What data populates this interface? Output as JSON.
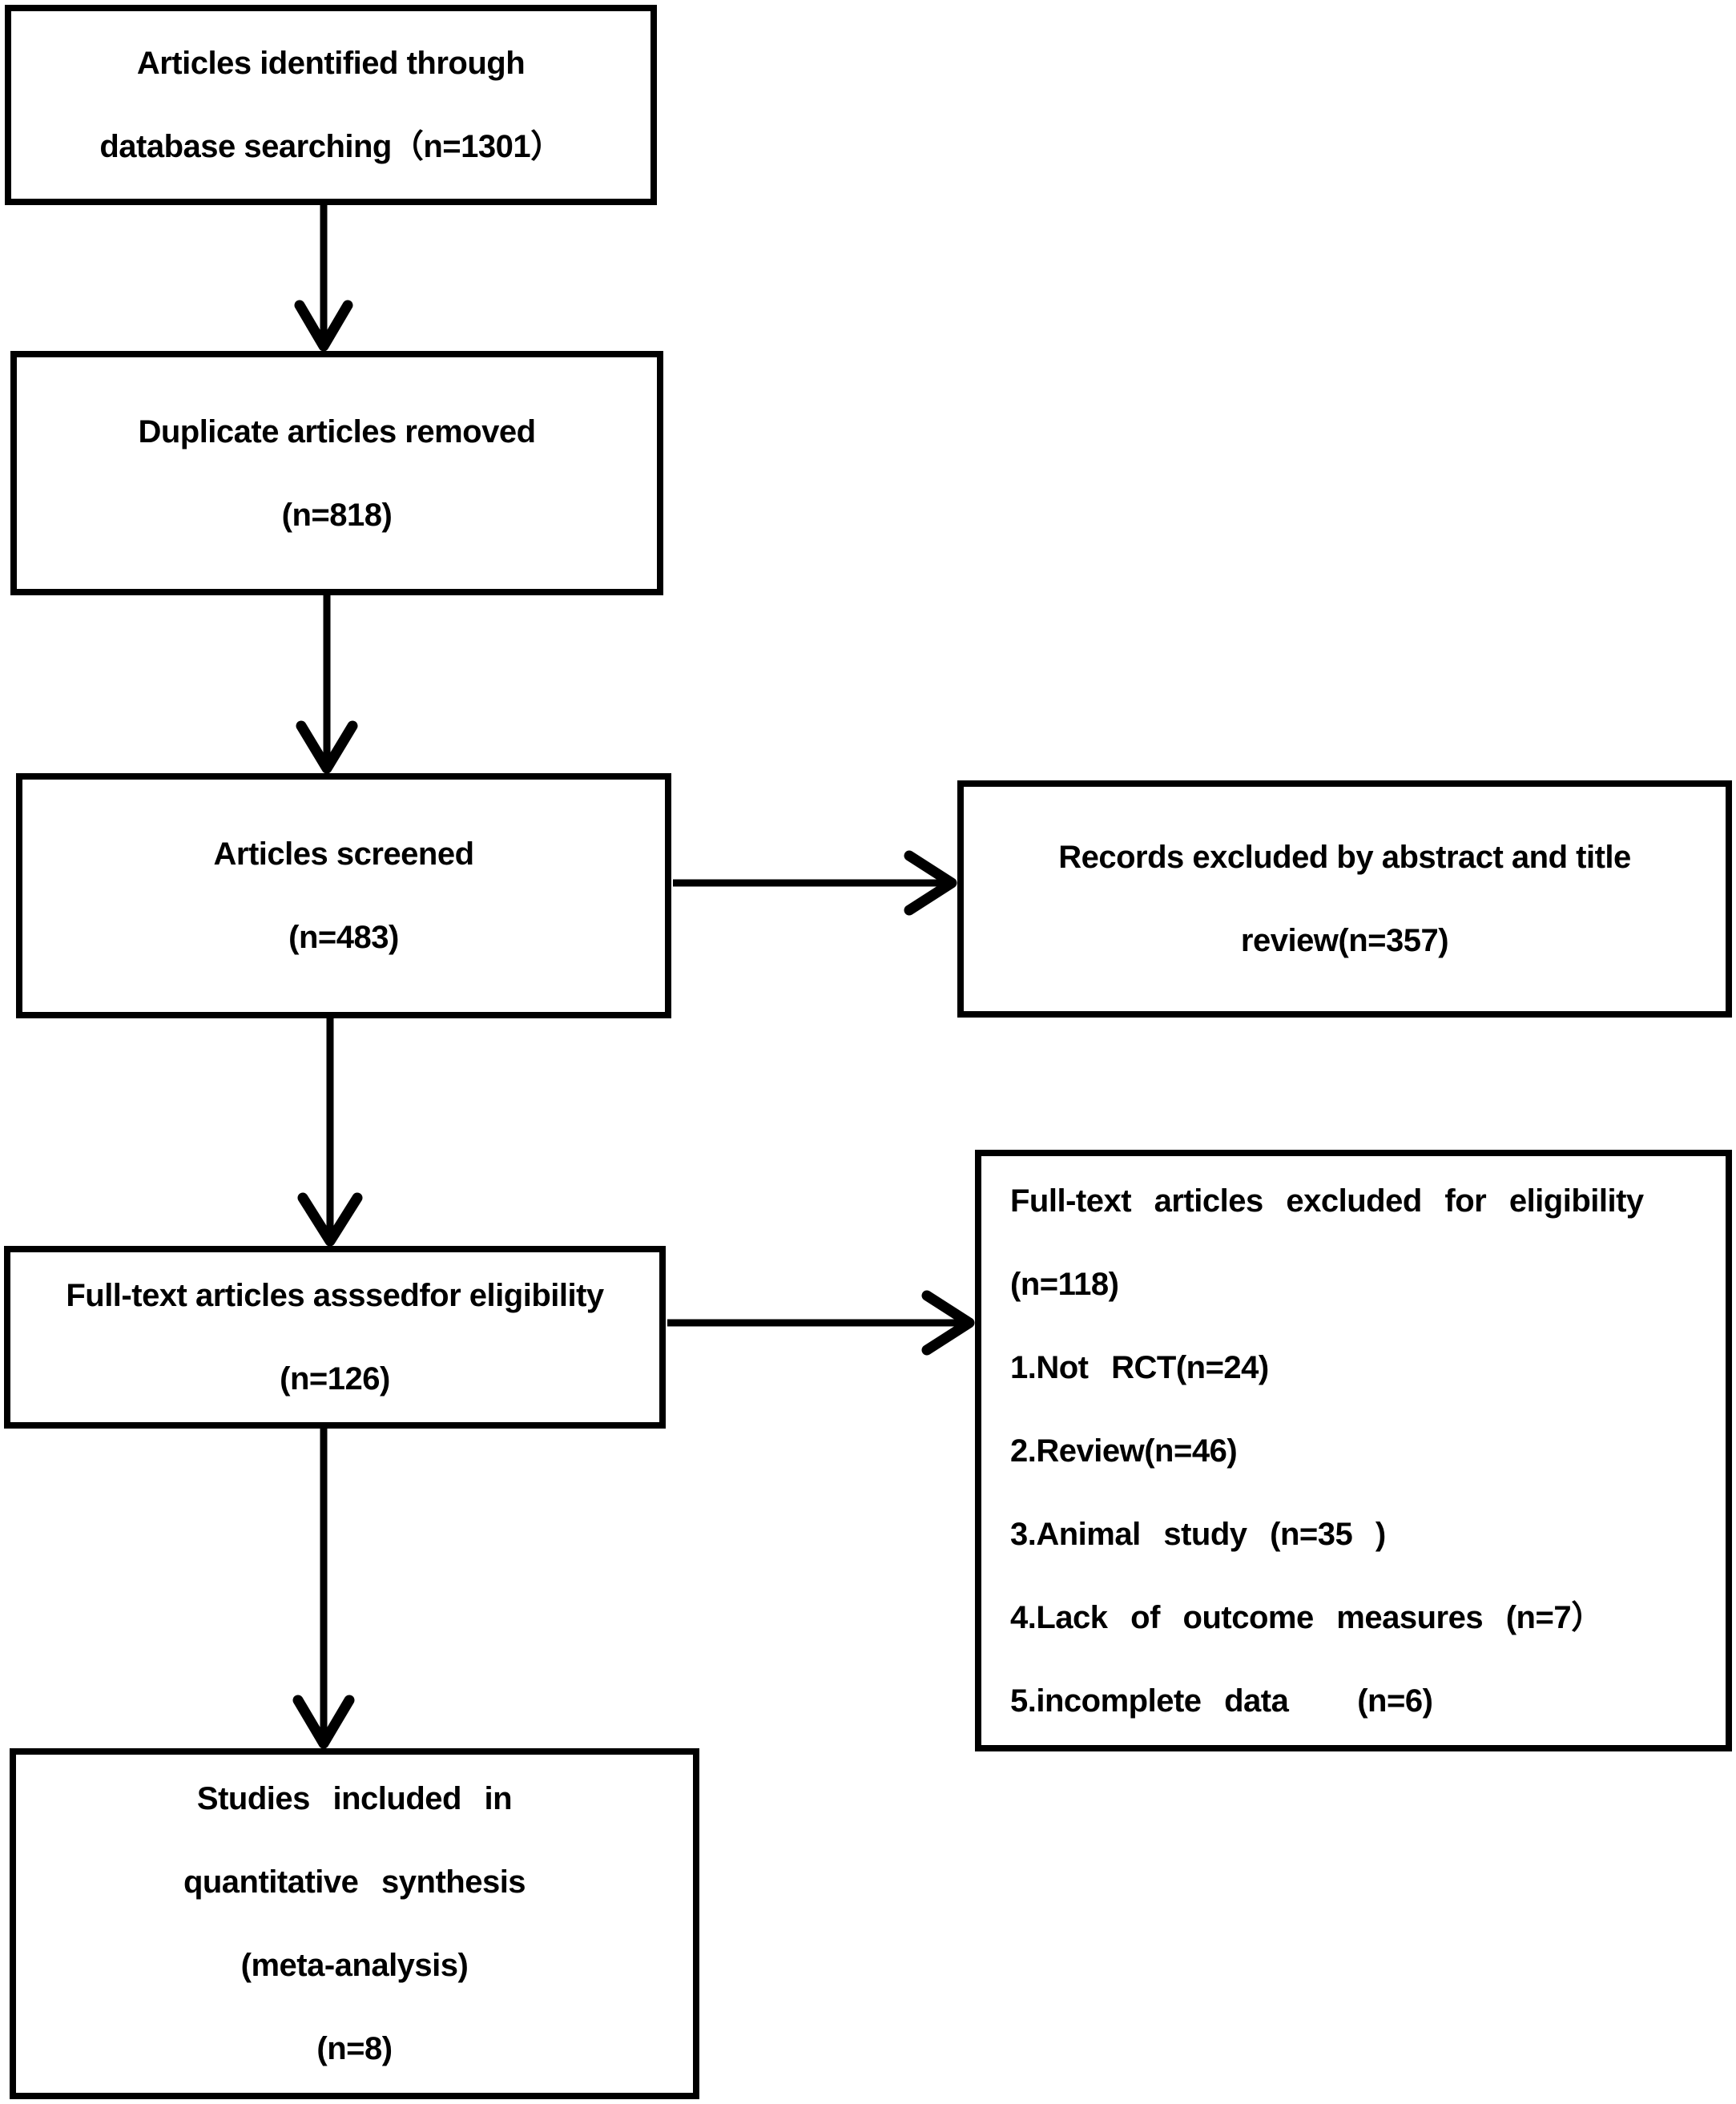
{
  "diagram": {
    "type": "prisma-flowchart",
    "background_color": "#ffffff",
    "line_color": "#000000",
    "boxes": {
      "identified": {
        "lines": [
          "Articles identified through",
          "database searching（n=1301）"
        ],
        "count": 1301
      },
      "duplicates_removed": {
        "lines": [
          "Duplicate articles removed",
          "(n=818)"
        ],
        "count": 818
      },
      "screened": {
        "lines": [
          "Articles screened",
          "(n=483)"
        ],
        "count": 483
      },
      "excluded_by_abstract": {
        "lines": [
          "Records excluded by abstract and title",
          "review(n=357)"
        ],
        "count": 357
      },
      "fulltext_assessed": {
        "lines": [
          "Full-text articles asssedfor eligibility",
          "(n=126)"
        ],
        "count": 126
      },
      "fulltext_excluded": {
        "lines": [
          "Full-text articles excluded for eligibility",
          "(n=118)",
          "1.Not RCT(n=24)",
          "2.Review(n=46)",
          "3.Animal study (n=35 )",
          "4.Lack of outcome measures (n=7）",
          "5.incomplete data   (n=6)"
        ],
        "count": 118
      },
      "included": {
        "lines": [
          "Studies included in",
          "quantitative synthesis",
          "(meta-analysis)",
          "(n=8)"
        ],
        "count": 8
      }
    }
  }
}
